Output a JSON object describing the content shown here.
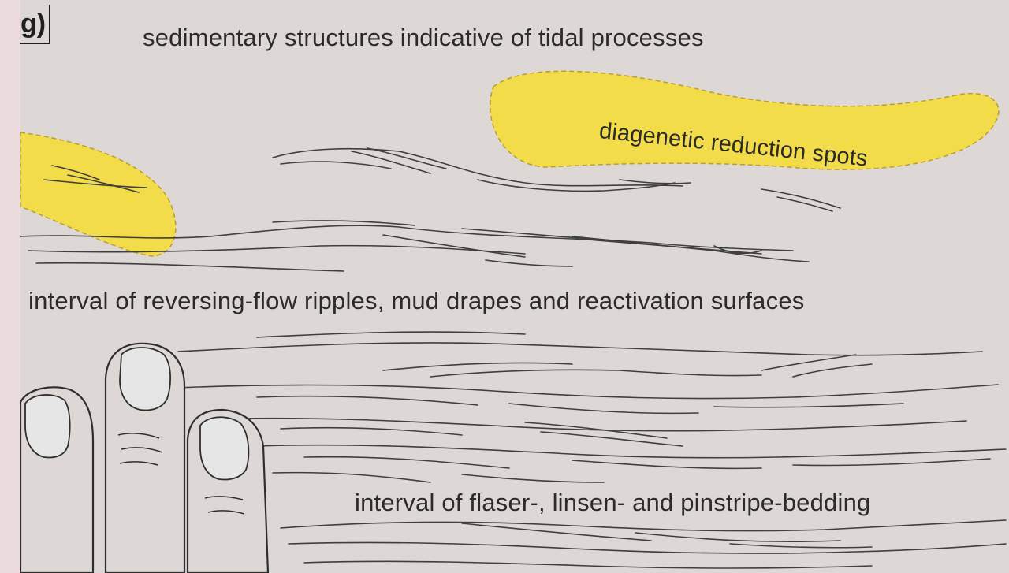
{
  "figure": {
    "panel_label": "g)",
    "title": "sedimentary structures indicative of tidal processes",
    "labels": {
      "reduction_spots": "diagenetic reduction spots",
      "ripples_interval": "interval of reversing-flow ripples, mud drapes and reactivation surfaces",
      "flaser_interval": "interval of flaser-, linsen- and pinstripe-bedding"
    }
  },
  "colors": {
    "paper": "#ddd8d6",
    "margin": "#eddcde",
    "highlight": "#f2dc4a",
    "ink": "#3a3a3a",
    "nail": "#e4e4e4"
  }
}
